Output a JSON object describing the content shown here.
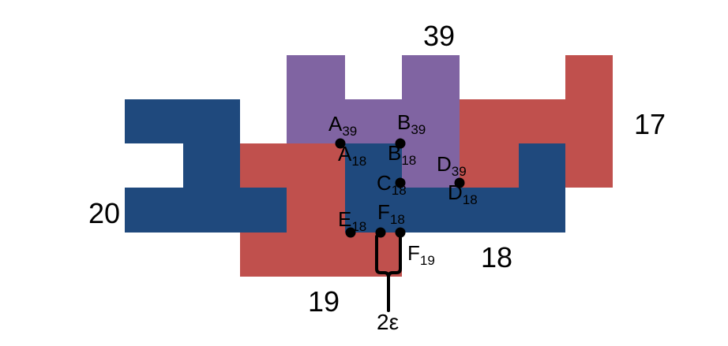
{
  "colors": {
    "blue": "#1f497d",
    "red": "#c0504d",
    "purple": "#8064a2",
    "ink": "#000000"
  },
  "pieces": {
    "p20": {
      "label": "20",
      "color": "blue"
    },
    "p19": {
      "label": "19",
      "color": "red"
    },
    "p39": {
      "label": "39",
      "color": "purple"
    },
    "p18": {
      "label": "18",
      "color": "blue"
    },
    "p17": {
      "label": "17",
      "color": "red"
    }
  },
  "points": {
    "A39": {
      "letter": "A",
      "sub": "39"
    },
    "A18": {
      "letter": "A",
      "sub": "18"
    },
    "B39": {
      "letter": "B",
      "sub": "39"
    },
    "B18": {
      "letter": "B",
      "sub": "18"
    },
    "C18": {
      "letter": "C",
      "sub": "18"
    },
    "D39": {
      "letter": "D",
      "sub": "39"
    },
    "D18": {
      "letter": "D",
      "sub": "18"
    },
    "E18": {
      "letter": "E",
      "sub": "18"
    },
    "F18": {
      "letter": "F",
      "sub": "18"
    },
    "F19": {
      "letter": "F",
      "sub": "19"
    }
  },
  "brace_label": "2ε"
}
